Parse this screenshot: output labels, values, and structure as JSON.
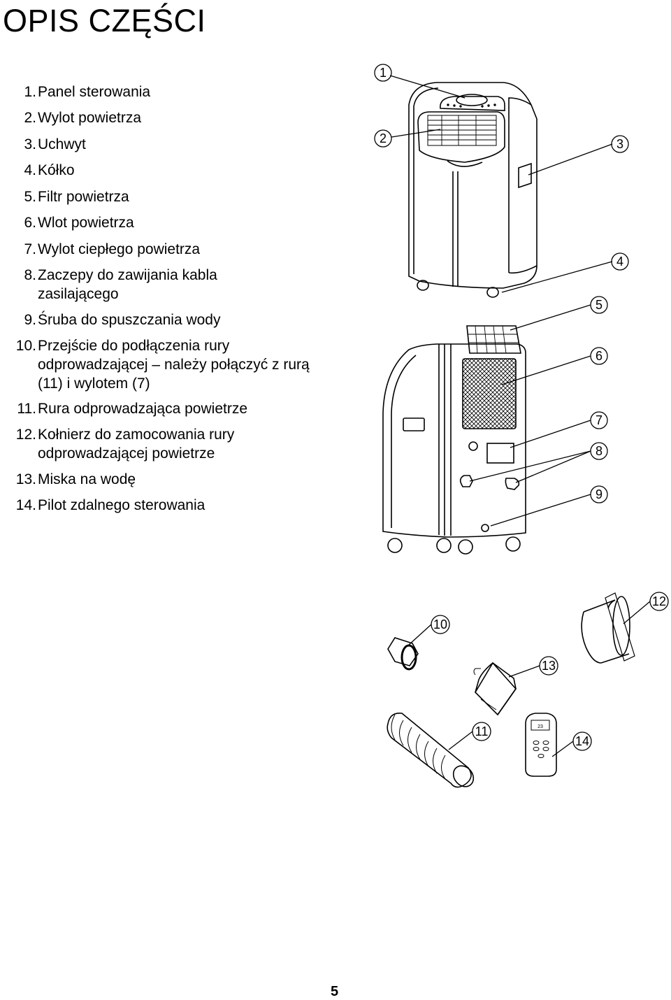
{
  "page": {
    "title": "OPIS CZĘŚCI",
    "page_number": "5"
  },
  "parts": [
    {
      "num": "1.",
      "label": "Panel sterowania"
    },
    {
      "num": "2.",
      "label": "Wylot powietrza"
    },
    {
      "num": "3.",
      "label": "Uchwyt"
    },
    {
      "num": "4.",
      "label": "Kółko"
    },
    {
      "num": "5.",
      "label": "Filtr powietrza"
    },
    {
      "num": "6.",
      "label": "Wlot powietrza"
    },
    {
      "num": "7.",
      "label": "Wylot ciepłego powietrza"
    },
    {
      "num": "8.",
      "label": "Zaczepy do zawijania kabla zasilającego"
    },
    {
      "num": "9.",
      "label": "Śruba do spuszczania wody"
    },
    {
      "num": "10.",
      "label": "Przejście do podłączenia rury odprowadzającej – należy połączyć z rurą (11) i wylotem (7)"
    },
    {
      "num": "11.",
      "label": "Rura odprowadzająca powietrze"
    },
    {
      "num": "12.",
      "label": "Kołnierz do zamocowania rury odprowadzającej powietrze"
    },
    {
      "num": "13.",
      "label": "Miska na wodę"
    },
    {
      "num": "14.",
      "label": "Pilot zdalnego sterowania"
    }
  ],
  "callouts": [
    "1",
    "2",
    "3",
    "4",
    "5",
    "6",
    "7",
    "8",
    "9",
    "10",
    "11",
    "12",
    "13",
    "14"
  ],
  "remote_display_value": "23"
}
